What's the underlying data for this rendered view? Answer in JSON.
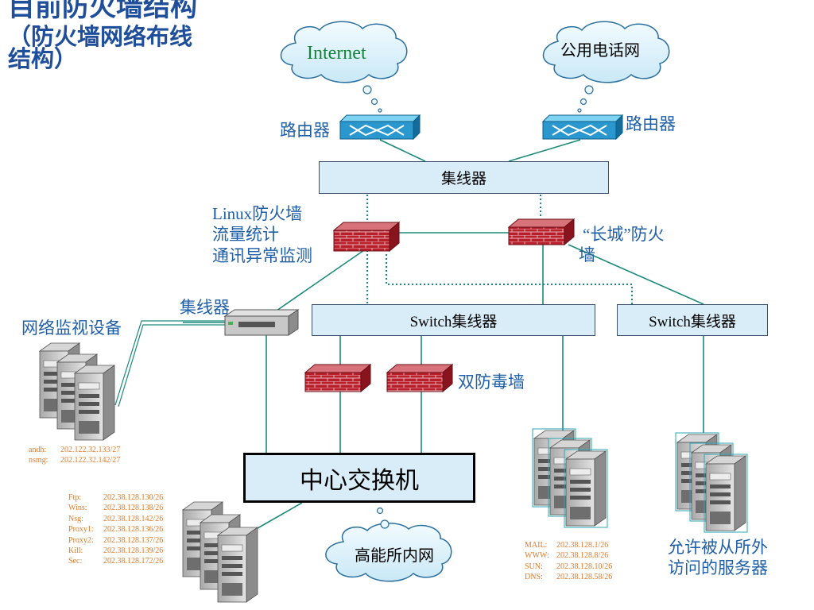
{
  "title": {
    "line1": "目前防火墙结构",
    "line2": "（防火墙网络布线",
    "line3": "结构）"
  },
  "clouds": {
    "internet": "Internet",
    "phone": "公用电话网",
    "intranet": "高能所内网"
  },
  "routers": {
    "left_label": "路由器",
    "right_label": "路由器"
  },
  "hubs": {
    "top": "集线器",
    "monitor": "集线器"
  },
  "firewalls": {
    "linux_lines": [
      "Linux防火墙",
      "流量统计",
      "通讯异常监测"
    ],
    "greatwall_line1": "“长城”防火",
    "greatwall_line2": "墙",
    "antivirus": "双防毒墙"
  },
  "switches": {
    "left": "Switch集线器",
    "right": "Switch集线器"
  },
  "core_switch": "中心交换机",
  "monitor_device": "网络监视设备",
  "monitor_servers": [
    {
      "name": "andh:",
      "ip": "202.122.32.133/27"
    },
    {
      "name": "nsmg:",
      "ip": "202.122.32.142/27"
    }
  ],
  "internal_servers": [
    {
      "name": "Ftp:",
      "ip": "202.38.128.130/26"
    },
    {
      "name": "Wins:",
      "ip": "202.38.128.138/26"
    },
    {
      "name": "Nsg:",
      "ip": "202.38.128.142/26"
    },
    {
      "name": "Proxy1:",
      "ip": "202.38.128.136/26"
    },
    {
      "name": "Proxy2:",
      "ip": "202.38.128.137/26"
    },
    {
      "name": "Kill:",
      "ip": "202.38.128.139/26"
    },
    {
      "name": "Sec:",
      "ip": "202.38.128.172/26"
    }
  ],
  "dmz_servers": [
    {
      "name": "MAIL:",
      "ip": "202.38.128.1/26"
    },
    {
      "name": "WWW:",
      "ip": "202.38.128.8/26"
    },
    {
      "name": "SUN:",
      "ip": "202.38.128.10/26"
    },
    {
      "name": "DNS:",
      "ip": "202.38.128.58/26"
    }
  ],
  "public_servers_lines": [
    "允许被从所外",
    "访问的服务器"
  ],
  "colors": {
    "title": "#1f4e9a",
    "label_blue": "#1f5fa8",
    "box_fill": "#d9edf8",
    "link": "#1b8a7a",
    "firewall": "#b81f2a",
    "ip_text": "#e07a2a"
  }
}
